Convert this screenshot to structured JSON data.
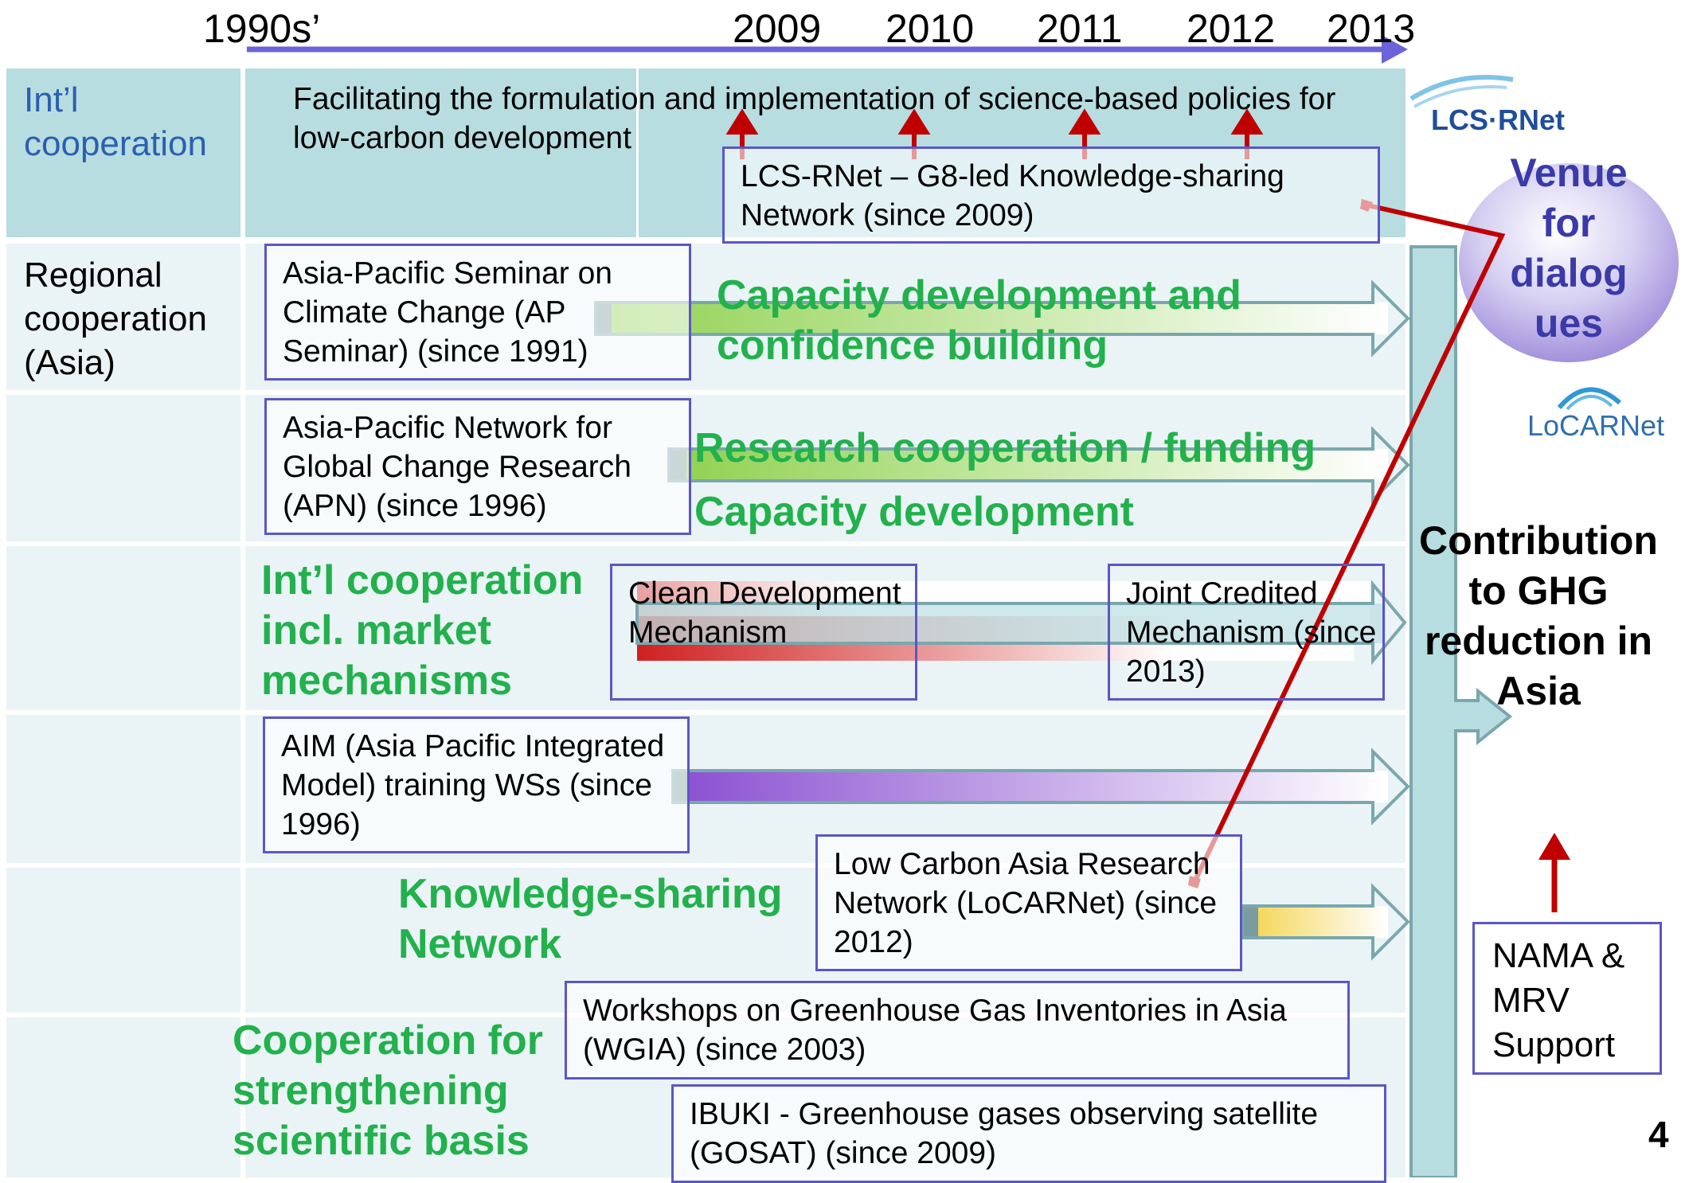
{
  "timeline": {
    "start": "1990s’",
    "years": [
      "2009",
      "2010",
      "2011",
      "2012",
      "2013"
    ]
  },
  "rows": {
    "intl": "Int’l cooperation",
    "regional": "Regional cooperation (Asia)"
  },
  "top_text": "Facilitating the formulation and implementation of science-based policies for low-carbon development",
  "boxes": {
    "lcsrnet": "LCS-RNet – G8-led Knowledge-sharing Network (since 2009)",
    "ap_seminar": "Asia-Pacific Seminar on Climate Change (AP Seminar) (since 1991)",
    "apn": "Asia-Pacific Network for Global Change Research (APN) (since 1996)",
    "cdm": "Clean Development Mechanism",
    "jcm": "Joint Credited Mechanism (since 2013)",
    "aim": "AIM (Asia Pacific Integrated Model)  training WSs (since 1996)",
    "locarnet": "Low Carbon Asia Research Network (LoCARNet) (since 2012)",
    "wgia": "Workshops on Greenhouse Gas Inventories in Asia (WGIA) (since 2003)",
    "ibuki": "IBUKI - Greenhouse gases observing satellite (GOSAT) (since 2009)",
    "nama": "NAMA & MRV Support"
  },
  "green_labels": {
    "capacity_confidence": "Capacity development and confidence building",
    "research_funding": "Research cooperation / funding",
    "capacity_dev": "Capacity development",
    "market": "Int’l cooperation incl. market mechanisms",
    "knowledge": "Knowledge-sharing Network",
    "scientific": "Cooperation for strengthening scientific basis"
  },
  "right": {
    "lcs_logo": "LCS·RNet",
    "venue": "Venue for dialog ues",
    "locarnet_logo": "LoCARNet",
    "contribution": "Contribution to GHG reduction in Asia"
  },
  "page_number": "4",
  "colors": {
    "box_border": "#5b56c8",
    "green_text": "#22b14c",
    "red_arrow": "#c00000",
    "band_top": "#b7dde0",
    "band_rest": "#eaf4f6",
    "timeline": "#6c63d9"
  }
}
